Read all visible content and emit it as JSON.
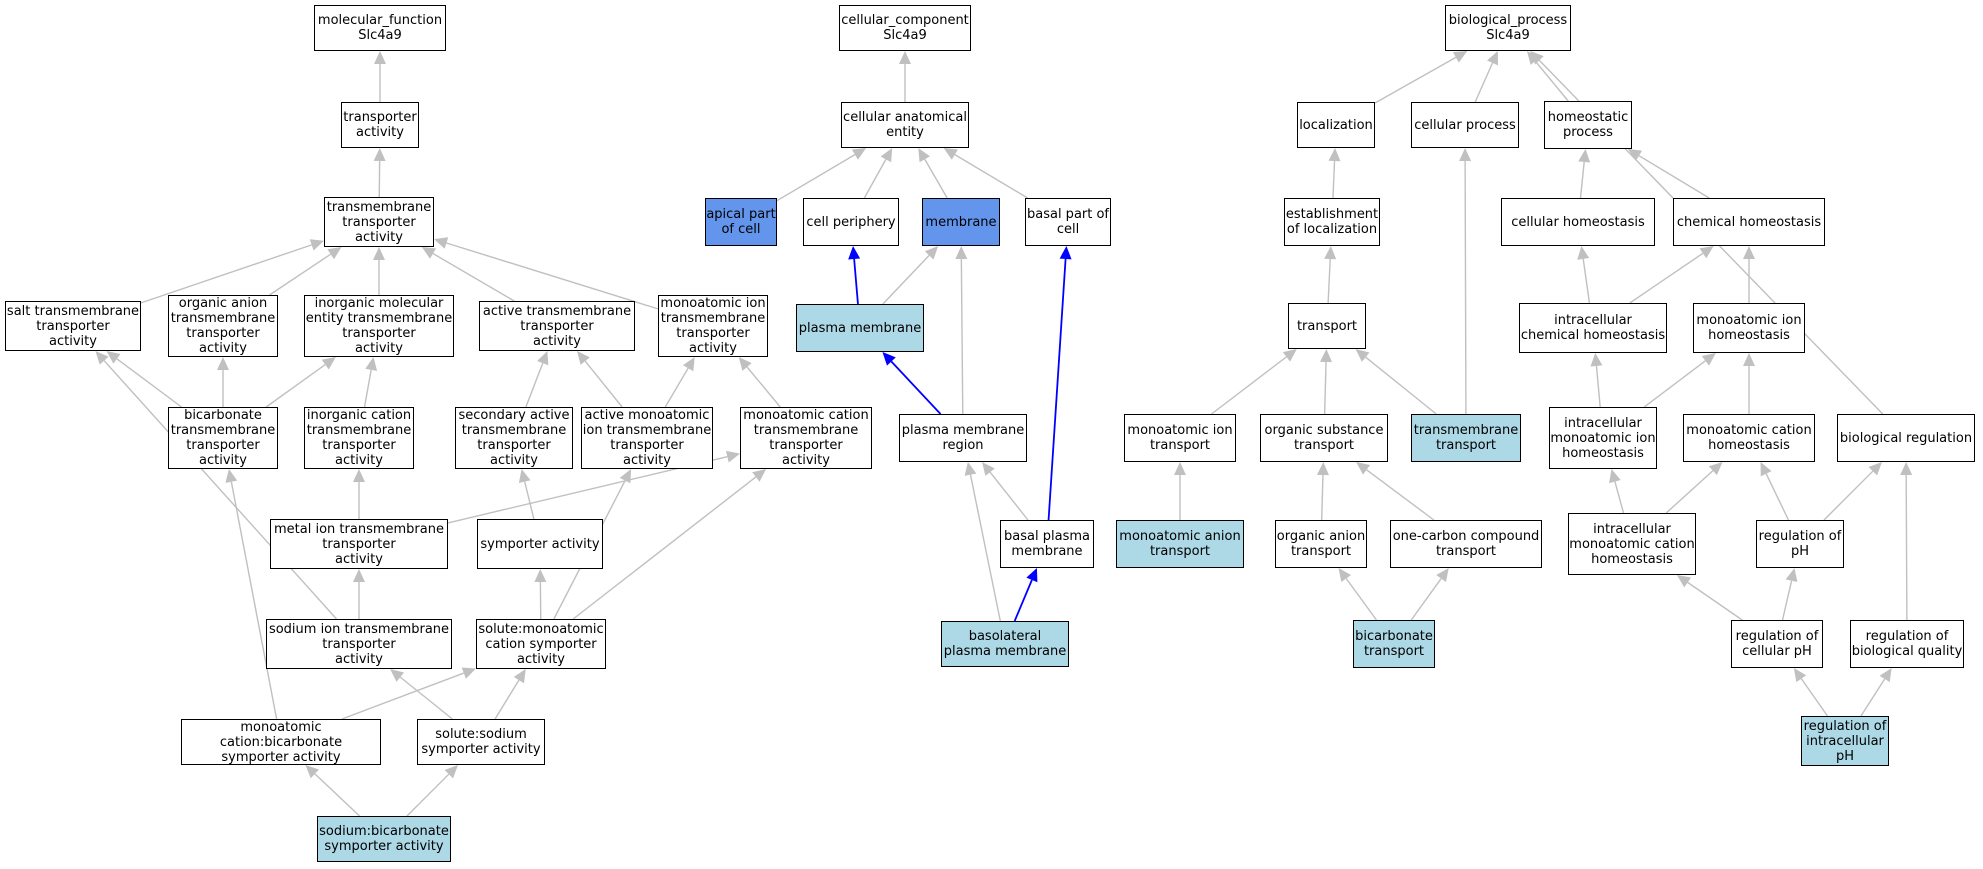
{
  "colors": {
    "edge_default": "#c0c0c0",
    "edge_highlight": "#0000ff",
    "node_default": "#ffffff",
    "node_light": "#add8e6",
    "node_blue": "#6495ed"
  },
  "nodes": {
    "mf_root": {
      "label": "molecular_function\nSlc4a9",
      "style": "default"
    },
    "transporter_activity": {
      "label": "transporter\nactivity",
      "style": "default"
    },
    "tm_transporter": {
      "label": "transmembrane\ntransporter\nactivity",
      "style": "default"
    },
    "salt_tm": {
      "label": "salt transmembrane\ntransporter\nactivity",
      "style": "default"
    },
    "organic_anion_tm": {
      "label": "organic anion\ntransmembrane\ntransporter\nactivity",
      "style": "default"
    },
    "inorganic_mol_tm": {
      "label": "inorganic molecular\nentity transmembrane\ntransporter\nactivity",
      "style": "default"
    },
    "active_tm": {
      "label": "active transmembrane\ntransporter\nactivity",
      "style": "default"
    },
    "monoatomic_ion_tm": {
      "label": "monoatomic ion\ntransmembrane\ntransporter\nactivity",
      "style": "default"
    },
    "bicarbonate_tm": {
      "label": "bicarbonate\ntransmembrane\ntransporter\nactivity",
      "style": "default"
    },
    "inorganic_cation_tm": {
      "label": "inorganic cation\ntransmembrane\ntransporter\nactivity",
      "style": "default"
    },
    "secondary_active_tm": {
      "label": "secondary active\ntransmembrane\ntransporter\nactivity",
      "style": "default"
    },
    "active_monoatomic_ion_tm": {
      "label": "active monoatomic\nion transmembrane\ntransporter\nactivity",
      "style": "default"
    },
    "monoatomic_cation_tm": {
      "label": "monoatomic cation\ntransmembrane\ntransporter\nactivity",
      "style": "default"
    },
    "metal_ion_tm": {
      "label": "metal ion transmembrane\ntransporter\nactivity",
      "style": "default"
    },
    "symporter": {
      "label": "symporter activity",
      "style": "default"
    },
    "sodium_ion_tm": {
      "label": "sodium ion transmembrane\ntransporter\nactivity",
      "style": "default"
    },
    "solute_cation_symporter": {
      "label": "solute:monoatomic\ncation symporter\nactivity",
      "style": "default"
    },
    "cation_bicarbonate_symporter": {
      "label": "monoatomic cation:bicarbonate\nsymporter activity",
      "style": "default"
    },
    "solute_sodium_symporter": {
      "label": "solute:sodium\nsymporter activity",
      "style": "default"
    },
    "sodium_bicarbonate_symporter": {
      "label": "sodium:bicarbonate\nsymporter activity",
      "style": "light"
    },
    "cc_root": {
      "label": "cellular_component\nSlc4a9",
      "style": "default"
    },
    "cellular_anatomical_entity": {
      "label": "cellular anatomical\nentity",
      "style": "default"
    },
    "apical_part": {
      "label": "apical part\nof cell",
      "style": "blue"
    },
    "cell_periphery": {
      "label": "cell periphery",
      "style": "default"
    },
    "membrane": {
      "label": "membrane",
      "style": "blue"
    },
    "basal_part": {
      "label": "basal part of\ncell",
      "style": "default"
    },
    "plasma_membrane": {
      "label": "plasma membrane",
      "style": "light"
    },
    "pm_region": {
      "label": "plasma membrane\nregion",
      "style": "default"
    },
    "basal_pm": {
      "label": "basal plasma\nmembrane",
      "style": "default"
    },
    "basolateral_pm": {
      "label": "basolateral\nplasma membrane",
      "style": "light"
    },
    "bp_root": {
      "label": "biological_process\nSlc4a9",
      "style": "default"
    },
    "localization": {
      "label": "localization",
      "style": "default"
    },
    "cellular_process": {
      "label": "cellular process",
      "style": "default"
    },
    "homeostatic_process": {
      "label": "homeostatic\nprocess",
      "style": "default"
    },
    "establishment_localization": {
      "label": "establishment\nof localization",
      "style": "default"
    },
    "cellular_homeostasis": {
      "label": "cellular homeostasis",
      "style": "default"
    },
    "chemical_homeostasis": {
      "label": "chemical homeostasis",
      "style": "default"
    },
    "transport": {
      "label": "transport",
      "style": "default"
    },
    "intracellular_chem_homeostasis": {
      "label": "intracellular\nchemical homeostasis",
      "style": "default"
    },
    "monoatomic_ion_homeostasis": {
      "label": "monoatomic ion\nhomeostasis",
      "style": "default"
    },
    "monoatomic_ion_transport": {
      "label": "monoatomic ion\ntransport",
      "style": "default"
    },
    "organic_substance_transport": {
      "label": "organic substance\ntransport",
      "style": "default"
    },
    "transmembrane_transport": {
      "label": "transmembrane\ntransport",
      "style": "light"
    },
    "intracellular_ion_homeostasis": {
      "label": "intracellular\nmonoatomic ion\nhomeostasis",
      "style": "default"
    },
    "monoatomic_cation_homeostasis": {
      "label": "monoatomic cation\nhomeostasis",
      "style": "default"
    },
    "biological_regulation": {
      "label": "biological regulation",
      "style": "default"
    },
    "monoatomic_anion_transport": {
      "label": "monoatomic anion\ntransport",
      "style": "light"
    },
    "organic_anion_transport": {
      "label": "organic anion\ntransport",
      "style": "default"
    },
    "one_carbon_transport": {
      "label": "one-carbon compound\ntransport",
      "style": "default"
    },
    "intracellular_cation_homeostasis": {
      "label": "intracellular\nmonoatomic cation\nhomeostasis",
      "style": "default"
    },
    "regulation_ph": {
      "label": "regulation of\npH",
      "style": "default"
    },
    "bicarbonate_transport": {
      "label": "bicarbonate\ntransport",
      "style": "light"
    },
    "regulation_cellular_ph": {
      "label": "regulation of\ncellular pH",
      "style": "default"
    },
    "regulation_bio_quality": {
      "label": "regulation of\nbiological quality",
      "style": "default"
    },
    "regulation_intracellular_ph": {
      "label": "regulation of\nintracellular\npH",
      "style": "light"
    }
  },
  "edges": [
    {
      "from": "transporter_activity",
      "to": "mf_root",
      "color": "edge_default"
    },
    {
      "from": "tm_transporter",
      "to": "transporter_activity",
      "color": "edge_default"
    },
    {
      "from": "salt_tm",
      "to": "tm_transporter",
      "color": "edge_default"
    },
    {
      "from": "organic_anion_tm",
      "to": "tm_transporter",
      "color": "edge_default"
    },
    {
      "from": "inorganic_mol_tm",
      "to": "tm_transporter",
      "color": "edge_default"
    },
    {
      "from": "active_tm",
      "to": "tm_transporter",
      "color": "edge_default"
    },
    {
      "from": "monoatomic_ion_tm",
      "to": "tm_transporter",
      "color": "edge_default"
    },
    {
      "from": "bicarbonate_tm",
      "to": "salt_tm",
      "color": "edge_default"
    },
    {
      "from": "bicarbonate_tm",
      "to": "organic_anion_tm",
      "color": "edge_default"
    },
    {
      "from": "bicarbonate_tm",
      "to": "inorganic_mol_tm",
      "color": "edge_default"
    },
    {
      "from": "inorganic_cation_tm",
      "to": "inorganic_mol_tm",
      "color": "edge_default"
    },
    {
      "from": "secondary_active_tm",
      "to": "active_tm",
      "color": "edge_default"
    },
    {
      "from": "active_monoatomic_ion_tm",
      "to": "active_tm",
      "color": "edge_default"
    },
    {
      "from": "active_monoatomic_ion_tm",
      "to": "monoatomic_ion_tm",
      "color": "edge_default"
    },
    {
      "from": "monoatomic_cation_tm",
      "to": "monoatomic_ion_tm",
      "color": "edge_default"
    },
    {
      "from": "metal_ion_tm",
      "to": "inorganic_cation_tm",
      "color": "edge_default"
    },
    {
      "from": "metal_ion_tm",
      "to": "monoatomic_cation_tm",
      "color": "edge_default"
    },
    {
      "from": "symporter",
      "to": "secondary_active_tm",
      "color": "edge_default"
    },
    {
      "from": "sodium_ion_tm",
      "to": "metal_ion_tm",
      "color": "edge_default"
    },
    {
      "from": "sodium_ion_tm",
      "to": "salt_tm",
      "color": "edge_default"
    },
    {
      "from": "solute_cation_symporter",
      "to": "symporter",
      "color": "edge_default"
    },
    {
      "from": "solute_cation_symporter",
      "to": "active_monoatomic_ion_tm",
      "color": "edge_default"
    },
    {
      "from": "solute_cation_symporter",
      "to": "monoatomic_cation_tm",
      "color": "edge_default"
    },
    {
      "from": "cation_bicarbonate_symporter",
      "to": "bicarbonate_tm",
      "color": "edge_default"
    },
    {
      "from": "cation_bicarbonate_symporter",
      "to": "solute_cation_symporter",
      "color": "edge_default"
    },
    {
      "from": "solute_sodium_symporter",
      "to": "solute_cation_symporter",
      "color": "edge_default"
    },
    {
      "from": "solute_sodium_symporter",
      "to": "sodium_ion_tm",
      "color": "edge_default"
    },
    {
      "from": "sodium_bicarbonate_symporter",
      "to": "cation_bicarbonate_symporter",
      "color": "edge_default"
    },
    {
      "from": "sodium_bicarbonate_symporter",
      "to": "solute_sodium_symporter",
      "color": "edge_default"
    },
    {
      "from": "cellular_anatomical_entity",
      "to": "cc_root",
      "color": "edge_default"
    },
    {
      "from": "apical_part",
      "to": "cellular_anatomical_entity",
      "color": "edge_default"
    },
    {
      "from": "cell_periphery",
      "to": "cellular_anatomical_entity",
      "color": "edge_default"
    },
    {
      "from": "membrane",
      "to": "cellular_anatomical_entity",
      "color": "edge_default"
    },
    {
      "from": "basal_part",
      "to": "cellular_anatomical_entity",
      "color": "edge_default"
    },
    {
      "from": "plasma_membrane",
      "to": "cell_periphery",
      "color": "edge_highlight"
    },
    {
      "from": "plasma_membrane",
      "to": "membrane",
      "color": "edge_default"
    },
    {
      "from": "pm_region",
      "to": "plasma_membrane",
      "color": "edge_highlight"
    },
    {
      "from": "pm_region",
      "to": "membrane",
      "color": "edge_default"
    },
    {
      "from": "basal_pm",
      "to": "pm_region",
      "color": "edge_default"
    },
    {
      "from": "basal_pm",
      "to": "basal_part",
      "color": "edge_highlight"
    },
    {
      "from": "basolateral_pm",
      "to": "basal_pm",
      "color": "edge_highlight"
    },
    {
      "from": "basolateral_pm",
      "to": "pm_region",
      "color": "edge_default"
    },
    {
      "from": "localization",
      "to": "bp_root",
      "color": "edge_default"
    },
    {
      "from": "cellular_process",
      "to": "bp_root",
      "color": "edge_default"
    },
    {
      "from": "homeostatic_process",
      "to": "bp_root",
      "color": "edge_default"
    },
    {
      "from": "biological_regulation",
      "to": "bp_root",
      "color": "edge_default"
    },
    {
      "from": "establishment_localization",
      "to": "localization",
      "color": "edge_default"
    },
    {
      "from": "cellular_homeostasis",
      "to": "homeostatic_process",
      "color": "edge_default"
    },
    {
      "from": "chemical_homeostasis",
      "to": "homeostatic_process",
      "color": "edge_default"
    },
    {
      "from": "transport",
      "to": "establishment_localization",
      "color": "edge_default"
    },
    {
      "from": "intracellular_chem_homeostasis",
      "to": "cellular_homeostasis",
      "color": "edge_default"
    },
    {
      "from": "intracellular_chem_homeostasis",
      "to": "chemical_homeostasis",
      "color": "edge_default"
    },
    {
      "from": "monoatomic_ion_homeostasis",
      "to": "chemical_homeostasis",
      "color": "edge_default"
    },
    {
      "from": "monoatomic_ion_transport",
      "to": "transport",
      "color": "edge_default"
    },
    {
      "from": "organic_substance_transport",
      "to": "transport",
      "color": "edge_default"
    },
    {
      "from": "transmembrane_transport",
      "to": "transport",
      "color": "edge_default"
    },
    {
      "from": "transmembrane_transport",
      "to": "cellular_process",
      "color": "edge_default"
    },
    {
      "from": "intracellular_ion_homeostasis",
      "to": "intracellular_chem_homeostasis",
      "color": "edge_default"
    },
    {
      "from": "intracellular_ion_homeostasis",
      "to": "monoatomic_ion_homeostasis",
      "color": "edge_default"
    },
    {
      "from": "monoatomic_cation_homeostasis",
      "to": "monoatomic_ion_homeostasis",
      "color": "edge_default"
    },
    {
      "from": "monoatomic_anion_transport",
      "to": "monoatomic_ion_transport",
      "color": "edge_default"
    },
    {
      "from": "organic_anion_transport",
      "to": "organic_substance_transport",
      "color": "edge_default"
    },
    {
      "from": "one_carbon_transport",
      "to": "organic_substance_transport",
      "color": "edge_default"
    },
    {
      "from": "intracellular_cation_homeostasis",
      "to": "intracellular_ion_homeostasis",
      "color": "edge_default"
    },
    {
      "from": "intracellular_cation_homeostasis",
      "to": "monoatomic_cation_homeostasis",
      "color": "edge_default"
    },
    {
      "from": "regulation_ph",
      "to": "monoatomic_cation_homeostasis",
      "color": "edge_default"
    },
    {
      "from": "regulation_ph",
      "to": "biological_regulation",
      "color": "edge_default"
    },
    {
      "from": "bicarbonate_transport",
      "to": "organic_anion_transport",
      "color": "edge_default"
    },
    {
      "from": "bicarbonate_transport",
      "to": "one_carbon_transport",
      "color": "edge_default"
    },
    {
      "from": "regulation_cellular_ph",
      "to": "intracellular_cation_homeostasis",
      "color": "edge_default"
    },
    {
      "from": "regulation_cellular_ph",
      "to": "regulation_ph",
      "color": "edge_default"
    },
    {
      "from": "regulation_bio_quality",
      "to": "biological_regulation",
      "color": "edge_default"
    },
    {
      "from": "regulation_intracellular_ph",
      "to": "regulation_cellular_ph",
      "color": "edge_default"
    },
    {
      "from": "regulation_intracellular_ph",
      "to": "regulation_bio_quality",
      "color": "edge_default"
    }
  ]
}
